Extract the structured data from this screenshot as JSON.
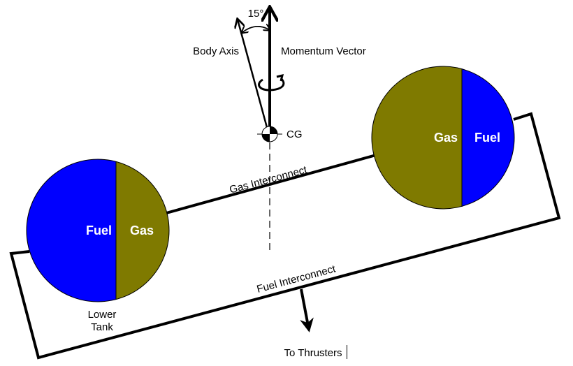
{
  "colors": {
    "fuel": "#0000ff",
    "gas": "#7f7a00",
    "line": "#000000",
    "background": "#ffffff"
  },
  "labels": {
    "angle": "15°",
    "body_axis": "Body Axis",
    "momentum_vector": "Momentum Vector",
    "cg": "CG",
    "gas_interconnect": "Gas Interconnect",
    "fuel_interconnect": "Fuel Interconnect",
    "to_thrusters": "To Thrusters",
    "lower_tank_line1": "Lower",
    "lower_tank_line2": "Tank"
  },
  "tanks": {
    "lower": {
      "left_label": "Fuel",
      "right_label": "Gas"
    },
    "upper": {
      "left_label": "Gas",
      "right_label": "Fuel"
    }
  },
  "geometry_semantics": {
    "body_axis_tilt_deg": 15
  }
}
